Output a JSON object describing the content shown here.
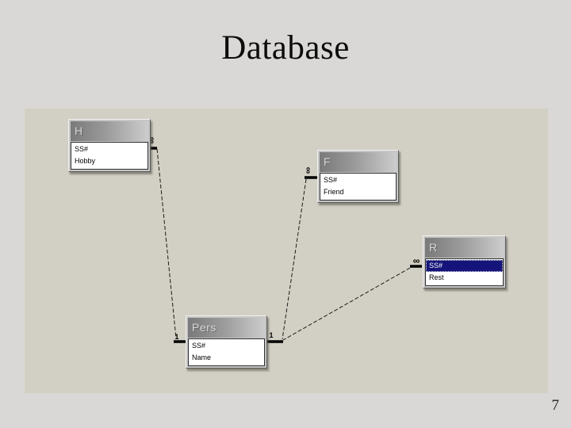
{
  "slide": {
    "title": "Database",
    "page_number": "7"
  },
  "diagram": {
    "tables": [
      {
        "title": "H",
        "fields": [
          "SS#",
          "Hobby"
        ]
      },
      {
        "title": "F",
        "fields": [
          "SS#",
          "Friend"
        ]
      },
      {
        "title": "R",
        "fields": [
          "SS#",
          "Rest"
        ],
        "selected_field": "SS#"
      },
      {
        "title": "Pers",
        "fields": [
          "SS#",
          "Name"
        ]
      }
    ],
    "relationships": [
      {
        "from": "H",
        "to": "Pers",
        "from_cardinality": "many",
        "to_cardinality": "one"
      },
      {
        "from": "F",
        "to": "Pers",
        "from_cardinality": "many",
        "to_cardinality": "one"
      },
      {
        "from": "R",
        "to": "Pers",
        "from_cardinality": "many",
        "to_cardinality": "one"
      }
    ],
    "symbols": {
      "many": "∞",
      "one": "1"
    },
    "colors": {
      "slide_bg": "#d9d8d6",
      "diagram_bg": "#d2cfc4",
      "header_gradient_dark": "#7a7a7a",
      "header_gradient_light": "#cccccc",
      "selected_row_bg": "#14147a",
      "selected_row_text": "#ffffff",
      "line_color": "#1c1c1c"
    }
  }
}
